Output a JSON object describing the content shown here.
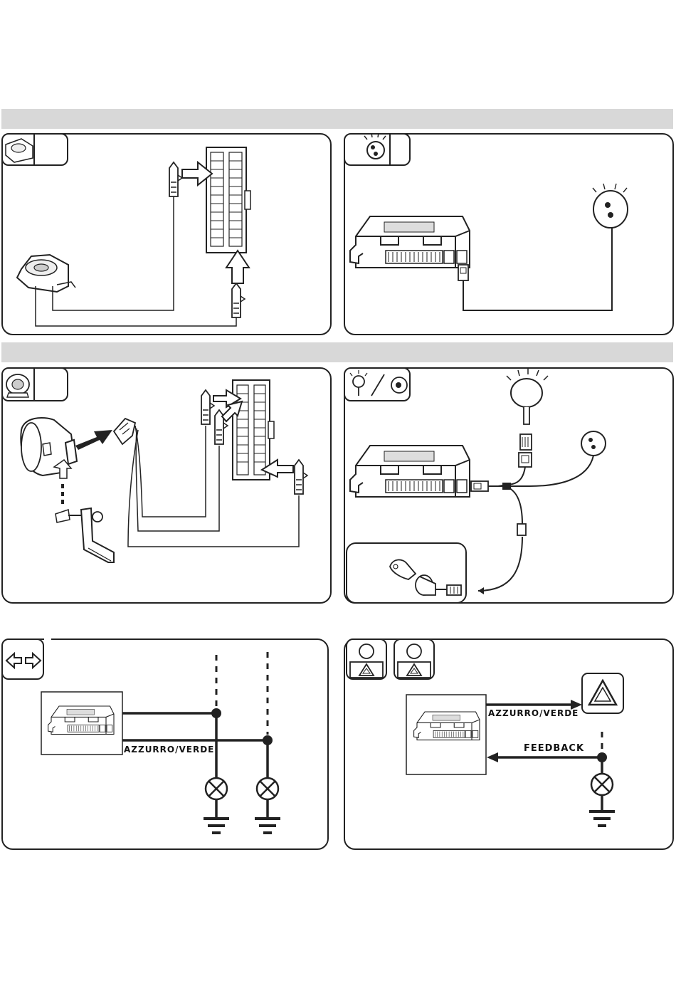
{
  "figure": {
    "wire_labels": {
      "indicators_wire": "AZZURRO/VERDE",
      "hazard_wire": "AZZURRO/VERDE",
      "hazard_feedback": "FEEDBACK"
    }
  }
}
